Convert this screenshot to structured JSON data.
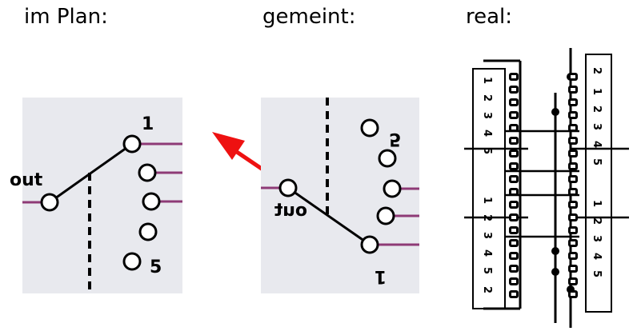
{
  "headings": {
    "plan": "im Plan:",
    "meant": "gemeint:",
    "real": "real:"
  },
  "plan_switch": {
    "out_label": "out",
    "pos_first_label": "1",
    "pos_last_label": "5"
  },
  "meant_switch": {
    "out_label": "out",
    "pos_first_label": "1",
    "pos_last_label": "5"
  },
  "real_switch": {
    "left_block_labels": [
      "1",
      "2",
      "3",
      "4",
      "5"
    ],
    "right_block_labels": [
      "1",
      "2",
      "3",
      "4",
      "5"
    ],
    "end_label": "2"
  },
  "colors": {
    "panel": "#e8e9ee",
    "wire": "#8e3a76",
    "arrow": "#ee1111",
    "ink": "#000000"
  }
}
